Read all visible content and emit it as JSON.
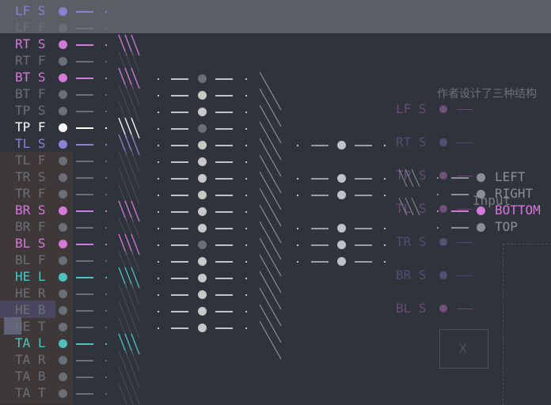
{
  "caption": "作者设计了三种结构",
  "partial_text": "Input",
  "x_label": "X",
  "inputs": [
    {
      "label": "LF S",
      "color": "#8a82d0",
      "active": true
    },
    {
      "label": "LF F",
      "color": "#4e535b",
      "active": false
    },
    {
      "label": "RT S",
      "color": "#d27ad8",
      "active": true
    },
    {
      "label": "RT F",
      "color": "#6a6f77",
      "active": false
    },
    {
      "label": "BT S",
      "color": "#d27ad8",
      "active": true
    },
    {
      "label": "BT F",
      "color": "#6a6f77",
      "active": false
    },
    {
      "label": "TP S",
      "color": "#6a6f77",
      "active": false
    },
    {
      "label": "TP F",
      "color": "#ffffff",
      "active": true
    },
    {
      "label": "TL S",
      "color": "#8a82d0",
      "active": true
    },
    {
      "label": "TL F",
      "color": "#6a6f77",
      "active": false
    },
    {
      "label": "TR S",
      "color": "#6a6f77",
      "active": false
    },
    {
      "label": "TR F",
      "color": "#6a6f77",
      "active": false
    },
    {
      "label": "BR S",
      "color": "#d27ad8",
      "active": true
    },
    {
      "label": "BR F",
      "color": "#6a6f77",
      "active": false
    },
    {
      "label": "BL S",
      "color": "#d27ad8",
      "active": true
    },
    {
      "label": "BL F",
      "color": "#6a6f77",
      "active": false
    },
    {
      "label": "HE L",
      "color": "#4fc0c0",
      "active": true
    },
    {
      "label": "HE R",
      "color": "#6a6f77",
      "active": false
    },
    {
      "label": "HE B",
      "color": "#6a6f77",
      "active": false
    },
    {
      "label": "HE T",
      "color": "#6a6f77",
      "active": false
    },
    {
      "label": "TA L",
      "color": "#4fc0c0",
      "active": true
    },
    {
      "label": "TA R",
      "color": "#6a6f77",
      "active": false
    },
    {
      "label": "TA B",
      "color": "#6a6f77",
      "active": false
    },
    {
      "label": "TA T",
      "color": "#6a6f77",
      "active": false
    }
  ],
  "outputs": [
    {
      "label": "LEFT",
      "active": false
    },
    {
      "label": "RIGHT",
      "active": false
    },
    {
      "label": "BOTTOM",
      "active": true
    },
    {
      "label": "TOP",
      "active": false
    }
  ],
  "ghost_inputs": [
    {
      "label": "LF S",
      "color": "#d27ad8"
    },
    {
      "label": "RT S",
      "color": "#8a82d0"
    },
    {
      "label": "TP S",
      "color": "#d27ad8"
    },
    {
      "label": "TL S",
      "color": "#d27ad8"
    },
    {
      "label": "TR S",
      "color": "#8a82d0"
    },
    {
      "label": "BR S",
      "color": "#8a82d0"
    },
    {
      "label": "BL S",
      "color": "#d27ad8"
    }
  ],
  "colors": {
    "background": "#2f333b",
    "inactive": "#6a6f77",
    "hidden_node": "#c8c8c8",
    "accent_output": "#d27ad8"
  }
}
